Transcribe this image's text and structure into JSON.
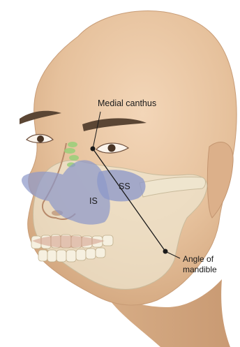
{
  "labels": {
    "medial_canthus": "Medial canthus",
    "ss": "SS",
    "is": "IS",
    "angle_line1": "Angle of",
    "angle_line2": "mandible"
  },
  "colors": {
    "skin": "#e9c7a4",
    "skin_shadow": "#d9ae88",
    "bone": "#efe6d0",
    "bone_edge": "#c9bb9c",
    "sinus": "#8e98c9",
    "ethmoid": "#9ad07a",
    "ink": "#1a1a1a",
    "brow": "#5b4634"
  }
}
